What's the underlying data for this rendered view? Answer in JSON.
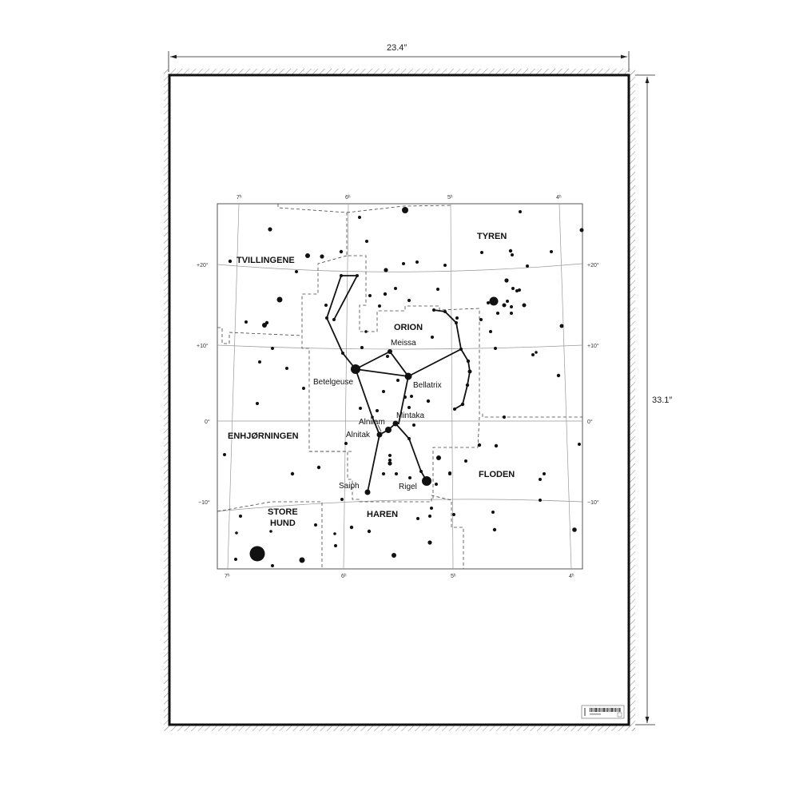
{
  "poster": {
    "width_label": "23.4″",
    "height_label": "33.1″",
    "frame_color": "#111111",
    "hatch_color": "#888888"
  },
  "chart": {
    "ra_ticks_top": [
      "7ʰ",
      "6ʰ",
      "5ʰ",
      "4ʰ"
    ],
    "ra_ticks_bottom": [
      "7ʰ",
      "6ʰ",
      "5ʰ",
      "4ʰ"
    ],
    "dec_ticks_left": [
      "+20°",
      "+10°",
      "0°",
      "−10°"
    ],
    "dec_ticks_right": [
      "+20°",
      "+10°",
      "0°",
      "−10°"
    ],
    "constellations": [
      {
        "name": "TVILLINGENE"
      },
      {
        "name": "TYREN"
      },
      {
        "name": "ORION"
      },
      {
        "name": "ENHJØRNINGEN"
      },
      {
        "name": "FLODEN"
      },
      {
        "name": "STORE"
      },
      {
        "name": "HUND"
      },
      {
        "name": "HAREN"
      }
    ],
    "stars": [
      {
        "name": "Meissa"
      },
      {
        "name": "Betelgeuse"
      },
      {
        "name": "Bellatrix"
      },
      {
        "name": "Mintaka"
      },
      {
        "name": "Alnilam"
      },
      {
        "name": "Alnitak"
      },
      {
        "name": "Saiph"
      },
      {
        "name": "Rigel"
      }
    ]
  },
  "label_sticker": {
    "barcode_present": true
  }
}
